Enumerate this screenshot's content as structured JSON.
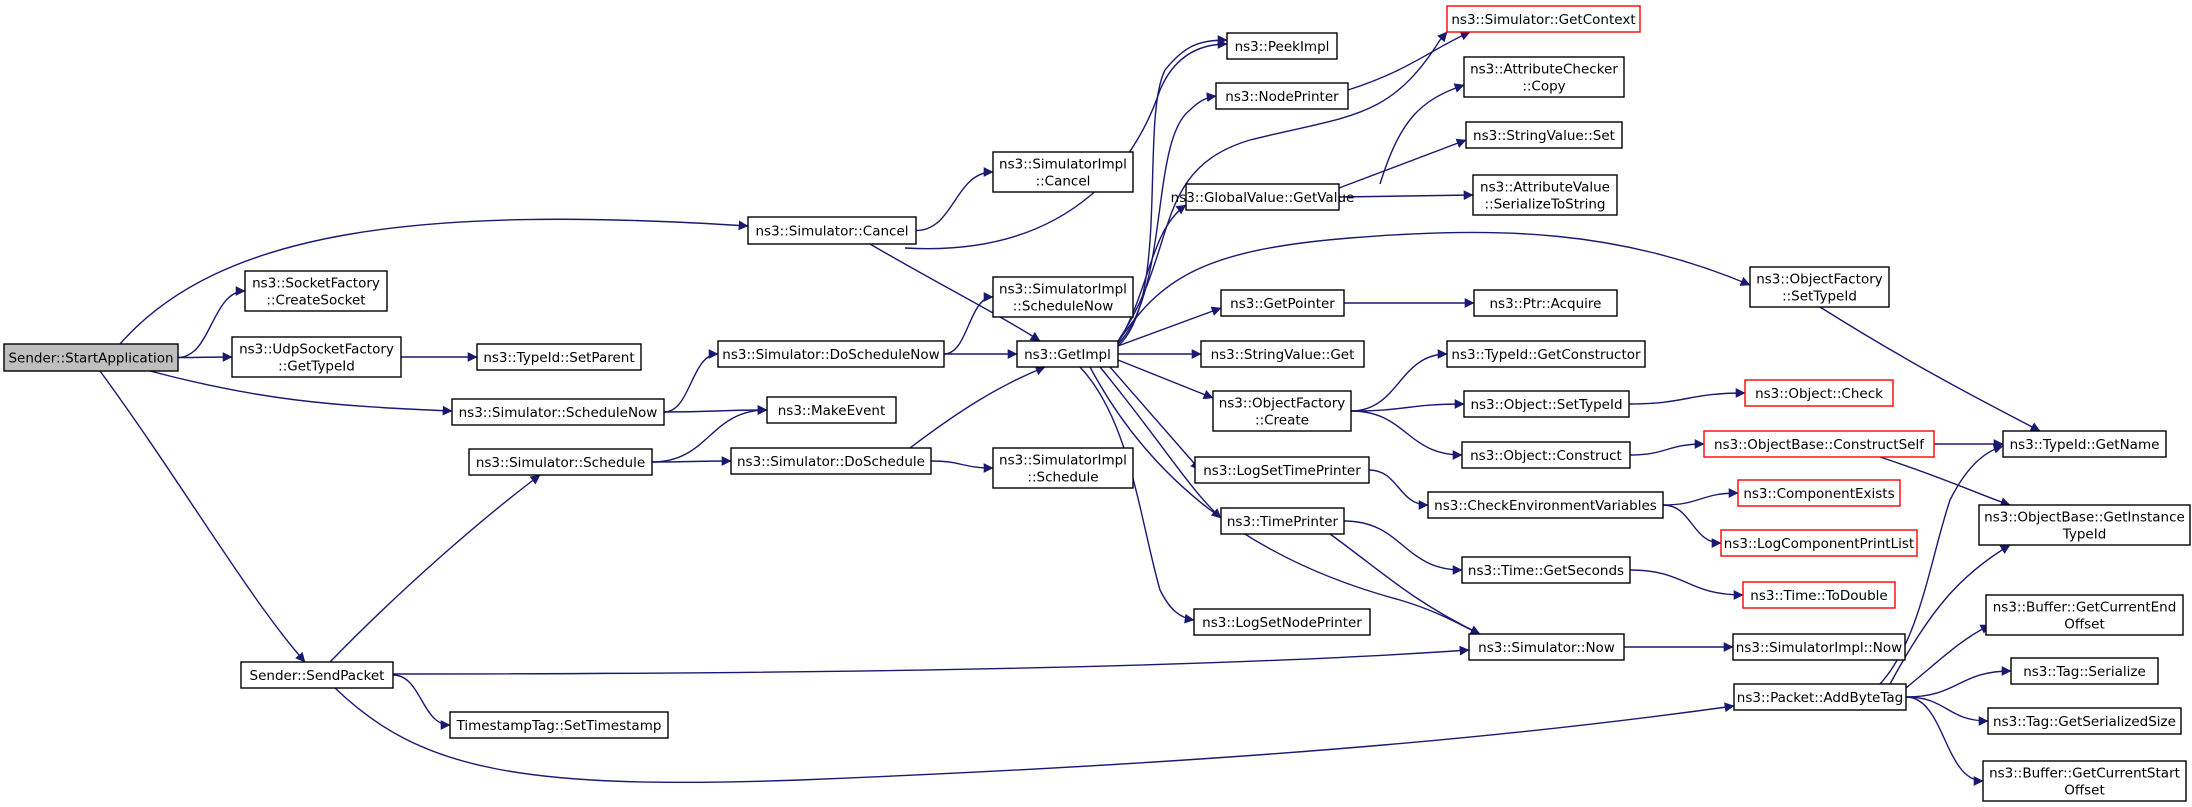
{
  "colors": {
    "edge": "#191970",
    "node_border": "#000000",
    "truncated_border": "#ff0000",
    "root_fill": "#bfbfbf",
    "node_fill": "#ffffff"
  },
  "nodes": {
    "start_application": {
      "lines": [
        "Sender::StartApplication"
      ],
      "kind": "root"
    },
    "send_packet": {
      "lines": [
        "Sender::SendPacket"
      ],
      "kind": "normal"
    },
    "socket_factory_create": {
      "lines": [
        "ns3::SocketFactory",
        "::CreateSocket"
      ],
      "kind": "normal"
    },
    "udp_get_typeid": {
      "lines": [
        "ns3::UdpSocketFactory",
        "::GetTypeId"
      ],
      "kind": "normal"
    },
    "typeid_set_parent": {
      "lines": [
        "ns3::TypeId::SetParent"
      ],
      "kind": "normal"
    },
    "sim_cancel": {
      "lines": [
        "ns3::Simulator::Cancel"
      ],
      "kind": "normal"
    },
    "sim_schedule_now": {
      "lines": [
        "ns3::Simulator::ScheduleNow"
      ],
      "kind": "normal"
    },
    "sim_schedule": {
      "lines": [
        "ns3::Simulator::Schedule"
      ],
      "kind": "normal"
    },
    "timestamp_set": {
      "lines": [
        "TimestampTag::SetTimestamp"
      ],
      "kind": "normal"
    },
    "sim_do_schedule_now": {
      "lines": [
        "ns3::Simulator::DoScheduleNow"
      ],
      "kind": "normal"
    },
    "make_event": {
      "lines": [
        "ns3::MakeEvent"
      ],
      "kind": "normal"
    },
    "sim_do_schedule": {
      "lines": [
        "ns3::Simulator::DoSchedule"
      ],
      "kind": "normal"
    },
    "simimpl_cancel": {
      "lines": [
        "ns3::SimulatorImpl",
        "::Cancel"
      ],
      "kind": "normal"
    },
    "simimpl_schedule_now": {
      "lines": [
        "ns3::SimulatorImpl",
        "::ScheduleNow"
      ],
      "kind": "normal"
    },
    "simimpl_schedule": {
      "lines": [
        "ns3::SimulatorImpl",
        "::Schedule"
      ],
      "kind": "normal"
    },
    "get_impl": {
      "lines": [
        "ns3::GetImpl"
      ],
      "kind": "normal"
    },
    "peek_impl": {
      "lines": [
        "ns3::PeekImpl"
      ],
      "kind": "normal"
    },
    "node_printer": {
      "lines": [
        "ns3::NodePrinter"
      ],
      "kind": "normal"
    },
    "global_value_get": {
      "lines": [
        "ns3::GlobalValue::GetValue"
      ],
      "kind": "normal"
    },
    "get_pointer": {
      "lines": [
        "ns3::GetPointer"
      ],
      "kind": "normal"
    },
    "string_value_get": {
      "lines": [
        "ns3::StringValue::Get"
      ],
      "kind": "normal"
    },
    "object_factory_create": {
      "lines": [
        "ns3::ObjectFactory",
        "::Create"
      ],
      "kind": "normal"
    },
    "log_set_time_printer": {
      "lines": [
        "ns3::LogSetTimePrinter"
      ],
      "kind": "normal"
    },
    "time_printer": {
      "lines": [
        "ns3::TimePrinter"
      ],
      "kind": "normal"
    },
    "log_set_node_printer": {
      "lines": [
        "ns3::LogSetNodePrinter"
      ],
      "kind": "normal"
    },
    "sim_get_context": {
      "lines": [
        "ns3::Simulator::GetContext"
      ],
      "kind": "truncated"
    },
    "attr_checker_copy": {
      "lines": [
        "ns3::AttributeChecker",
        "::Copy"
      ],
      "kind": "normal"
    },
    "string_value_set": {
      "lines": [
        "ns3::StringValue::Set"
      ],
      "kind": "normal"
    },
    "attr_value_serialize": {
      "lines": [
        "ns3::AttributeValue",
        "::SerializeToString"
      ],
      "kind": "normal"
    },
    "ptr_acquire": {
      "lines": [
        "ns3::Ptr::Acquire"
      ],
      "kind": "normal"
    },
    "typeid_get_constructor": {
      "lines": [
        "ns3::TypeId::GetConstructor"
      ],
      "kind": "normal"
    },
    "object_set_typeid": {
      "lines": [
        "ns3::Object::SetTypeId"
      ],
      "kind": "normal"
    },
    "object_construct": {
      "lines": [
        "ns3::Object::Construct"
      ],
      "kind": "normal"
    },
    "check_env_vars": {
      "lines": [
        "ns3::CheckEnvironmentVariables"
      ],
      "kind": "normal"
    },
    "time_get_seconds": {
      "lines": [
        "ns3::Time::GetSeconds"
      ],
      "kind": "normal"
    },
    "sim_now": {
      "lines": [
        "ns3::Simulator::Now"
      ],
      "kind": "normal"
    },
    "packet_add_byte_tag": {
      "lines": [
        "ns3::Packet::AddByteTag"
      ],
      "kind": "normal"
    },
    "object_factory_set_typeid": {
      "lines": [
        "ns3::ObjectFactory",
        "::SetTypeId"
      ],
      "kind": "normal"
    },
    "object_check": {
      "lines": [
        "ns3::Object::Check"
      ],
      "kind": "truncated"
    },
    "object_base_construct_self": {
      "lines": [
        "ns3::ObjectBase::ConstructSelf"
      ],
      "kind": "truncated"
    },
    "component_exists": {
      "lines": [
        "ns3::ComponentExists"
      ],
      "kind": "truncated"
    },
    "log_component_print_list": {
      "lines": [
        "ns3::LogComponentPrintList"
      ],
      "kind": "truncated"
    },
    "time_to_double": {
      "lines": [
        "ns3::Time::ToDouble"
      ],
      "kind": "truncated"
    },
    "simimpl_now": {
      "lines": [
        "ns3::SimulatorImpl::Now"
      ],
      "kind": "normal"
    },
    "typeid_get_name": {
      "lines": [
        "ns3::TypeId::GetName"
      ],
      "kind": "normal"
    },
    "object_base_get_instance_typeid": {
      "lines": [
        "ns3::ObjectBase::GetInstance",
        "TypeId"
      ],
      "kind": "normal"
    },
    "buffer_get_current_end": {
      "lines": [
        "ns3::Buffer::GetCurrentEnd",
        "Offset"
      ],
      "kind": "normal"
    },
    "tag_serialize": {
      "lines": [
        "ns3::Tag::Serialize"
      ],
      "kind": "normal"
    },
    "tag_get_serialized_size": {
      "lines": [
        "ns3::Tag::GetSerializedSize"
      ],
      "kind": "normal"
    },
    "buffer_get_current_start": {
      "lines": [
        "ns3::Buffer::GetCurrentStart",
        "Offset"
      ],
      "kind": "normal"
    }
  },
  "edges": [
    [
      "start_application",
      "socket_factory_create"
    ],
    [
      "start_application",
      "udp_get_typeid"
    ],
    [
      "start_application",
      "sim_cancel"
    ],
    [
      "start_application",
      "sim_schedule_now"
    ],
    [
      "start_application",
      "send_packet"
    ],
    [
      "udp_get_typeid",
      "typeid_set_parent"
    ],
    [
      "sim_cancel",
      "simimpl_cancel"
    ],
    [
      "sim_cancel",
      "get_impl"
    ],
    [
      "sim_cancel",
      "peek_impl"
    ],
    [
      "sim_schedule_now",
      "sim_do_schedule_now"
    ],
    [
      "sim_schedule_now",
      "make_event"
    ],
    [
      "sim_schedule",
      "make_event"
    ],
    [
      "sim_schedule",
      "sim_do_schedule"
    ],
    [
      "sim_do_schedule_now",
      "simimpl_schedule_now"
    ],
    [
      "sim_do_schedule_now",
      "get_impl"
    ],
    [
      "sim_do_schedule",
      "get_impl"
    ],
    [
      "sim_do_schedule",
      "simimpl_schedule"
    ],
    [
      "send_packet",
      "sim_schedule"
    ],
    [
      "send_packet",
      "timestamp_set"
    ],
    [
      "send_packet",
      "sim_now"
    ],
    [
      "send_packet",
      "packet_add_byte_tag"
    ],
    [
      "get_impl",
      "peek_impl"
    ],
    [
      "get_impl",
      "node_printer"
    ],
    [
      "get_impl",
      "sim_get_context"
    ],
    [
      "get_impl",
      "global_value_get"
    ],
    [
      "get_impl",
      "object_factory_set_typeid"
    ],
    [
      "get_impl",
      "get_pointer"
    ],
    [
      "get_impl",
      "string_value_get"
    ],
    [
      "get_impl",
      "object_factory_create"
    ],
    [
      "get_impl",
      "log_set_time_printer"
    ],
    [
      "get_impl",
      "time_printer"
    ],
    [
      "get_impl",
      "log_set_node_printer"
    ],
    [
      "get_impl",
      "sim_now"
    ],
    [
      "node_printer",
      "sim_get_context"
    ],
    [
      "global_value_get",
      "attr_checker_copy"
    ],
    [
      "global_value_get",
      "string_value_set"
    ],
    [
      "global_value_get",
      "attr_value_serialize"
    ],
    [
      "get_pointer",
      "ptr_acquire"
    ],
    [
      "object_factory_create",
      "typeid_get_constructor"
    ],
    [
      "object_factory_create",
      "object_set_typeid"
    ],
    [
      "object_factory_create",
      "object_construct"
    ],
    [
      "object_set_typeid",
      "object_check"
    ],
    [
      "object_construct",
      "object_base_construct_self"
    ],
    [
      "object_base_construct_self",
      "typeid_get_name"
    ],
    [
      "object_base_construct_self",
      "object_base_get_instance_typeid"
    ],
    [
      "object_factory_set_typeid",
      "typeid_get_name"
    ],
    [
      "log_set_time_printer",
      "check_env_vars"
    ],
    [
      "check_env_vars",
      "component_exists"
    ],
    [
      "check_env_vars",
      "log_component_print_list"
    ],
    [
      "time_printer",
      "time_get_seconds"
    ],
    [
      "time_printer",
      "sim_now"
    ],
    [
      "time_get_seconds",
      "time_to_double"
    ],
    [
      "sim_now",
      "simimpl_now"
    ],
    [
      "packet_add_byte_tag",
      "typeid_get_name"
    ],
    [
      "packet_add_byte_tag",
      "object_base_get_instance_typeid"
    ],
    [
      "packet_add_byte_tag",
      "buffer_get_current_end"
    ],
    [
      "packet_add_byte_tag",
      "tag_serialize"
    ],
    [
      "packet_add_byte_tag",
      "tag_get_serialized_size"
    ],
    [
      "packet_add_byte_tag",
      "buffer_get_current_start"
    ]
  ]
}
